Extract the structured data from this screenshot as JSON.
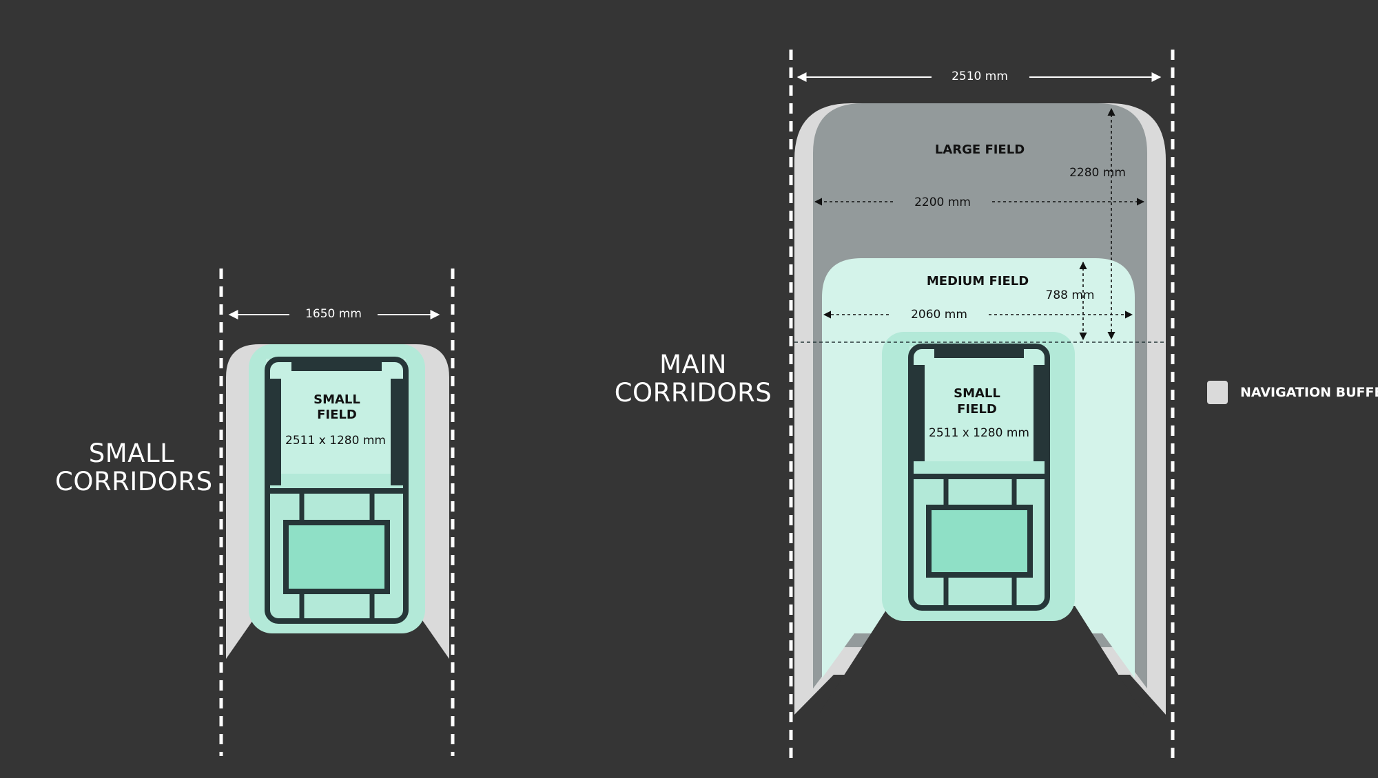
{
  "small_corridors": {
    "label_line1": "SMALL",
    "label_line2": "CORRIDORS",
    "width_label": "1650 mm",
    "field_title_line1": "SMALL",
    "field_title_line2": "FIELD",
    "field_dims": "2511 x 1280 mm"
  },
  "main_corridors": {
    "label_line1": "MAIN",
    "label_line2": "CORRIDORS",
    "width_label": "2510 mm",
    "large_field": {
      "title": "LARGE FIELD",
      "width_label": "2200 mm",
      "depth_label": "2280 mm"
    },
    "medium_field": {
      "title": "MEDIUM FIELD",
      "width_label": "2060 mm",
      "depth_label": "788 mm"
    },
    "small_field": {
      "title_line1": "SMALL",
      "title_line2": "FIELD",
      "dims": "2511 x 1280 mm"
    }
  },
  "legend": {
    "label": "NAVIGATION BUFFER"
  },
  "colors": {
    "background": "#353535",
    "navigation_buffer": "#dadada",
    "large_field": "#939a9b",
    "medium_field": "#d4f3ea",
    "small_field_outer": "#b3e9d8",
    "robot_inner": "#8fe0c6",
    "robot_frame": "#263638"
  }
}
